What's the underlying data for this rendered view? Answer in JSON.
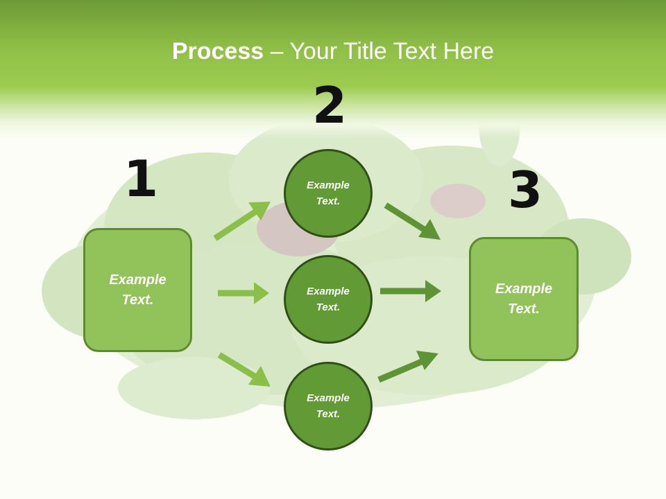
{
  "title": {
    "bold": "Process",
    "rest": " – Your Title Text Here"
  },
  "steps": {
    "one": {
      "number": "1",
      "label": "Example Text."
    },
    "two": {
      "number": "2"
    },
    "three": {
      "number": "3",
      "label": "Example Text."
    }
  },
  "circles": [
    {
      "label": "Example Text."
    },
    {
      "label": "Example Text."
    },
    {
      "label": "Example Text."
    }
  ],
  "colors": {
    "header": "#8fbf47",
    "box_fill": "#92c25a",
    "circle_fill": "#629a35",
    "arrow_light": "#8cbf4a",
    "arrow_dark": "#5e9435"
  }
}
